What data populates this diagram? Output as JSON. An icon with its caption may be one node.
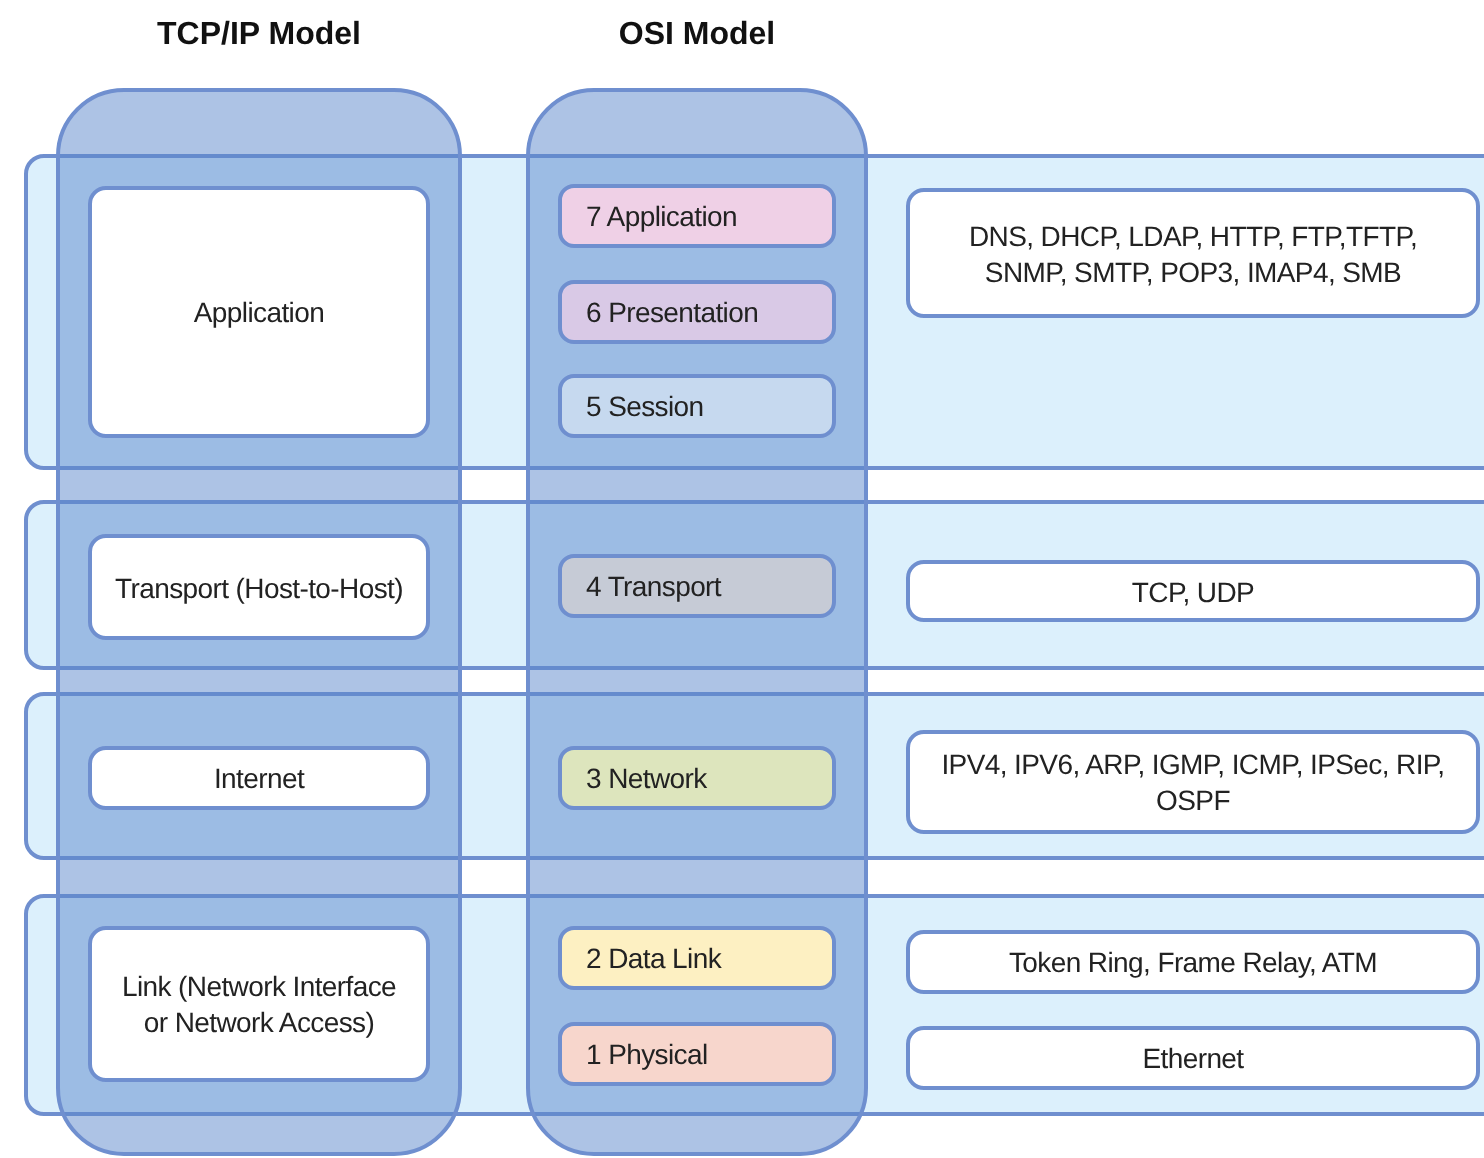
{
  "diagram": {
    "nodes": [
      {
        "text": [
          "TCP/IP Model"
        ]
      },
      {
        "text": [
          "OSI Model"
        ]
      },
      {
        "text": [],
        "shape": "box"
      },
      {
        "text": [
          "Application"
        ]
      },
      {
        "text": [
          "7 Application"
        ]
      },
      {
        "text": [
          "6 Presentation"
        ]
      },
      {
        "text": [
          "5 Session"
        ]
      },
      {
        "text": [
          "DNS, DHCP, LDAP, HTTP, FTP,TFTP, SNMP, SMTP, POP3, IMAP4, SMB"
        ],
        "in": 2
      },
      {
        "text": [],
        "shape": "box"
      },
      {
        "text": [
          "Transport (Host-to-Host)"
        ]
      },
      {
        "text": [
          "4 Transport"
        ]
      },
      {
        "text": [
          "TCP, UDP"
        ],
        "in": 8
      },
      {
        "text": [],
        "shape": "box"
      },
      {
        "text": [
          "Internet"
        ]
      },
      {
        "text": [
          "3 Network"
        ]
      },
      {
        "text": [
          "IPV4, IPV6, ARP, IGMP, ICMP, IPSec, RIP, OSPF"
        ],
        "in": 12
      },
      {
        "text": [],
        "shape": "box"
      },
      {
        "text": [
          "Link (Network Interface or Network Access)"
        ]
      },
      {
        "text": [
          "2 Data Link"
        ]
      },
      {
        "text": [
          "1 Physical"
        ]
      },
      {
        "text": [
          "Token Ring, Frame Relay, ATM"
        ],
        "in": 16
      },
      {
        "text": [
          "Ethernet"
        ],
        "in": 16
      }
    ]
  }
}
